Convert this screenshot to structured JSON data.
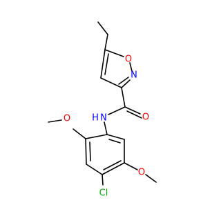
{
  "molecule": {
    "atoms": {
      "isoxazole_oxygen": {
        "text": "O",
        "color": "#ff0000"
      },
      "isoxazole_nitrogen": {
        "text": "N",
        "color": "#0000ff"
      },
      "amide_nitrogen": {
        "text": "N",
        "color": "#0000ff"
      },
      "amide_hydrogen": {
        "text": "H",
        "color": "#0000ff"
      },
      "carbonyl_oxygen": {
        "text": "O",
        "color": "#ff0000"
      },
      "methoxy_oxygen_left": {
        "text": "O",
        "color": "#ff0000"
      },
      "methoxy_oxygen_right": {
        "text": "O",
        "color": "#ff0000"
      },
      "chlorine": {
        "text": "Cl",
        "color": "#00b000"
      }
    },
    "bond_color": "#000000",
    "background_color": "#ffffff"
  }
}
